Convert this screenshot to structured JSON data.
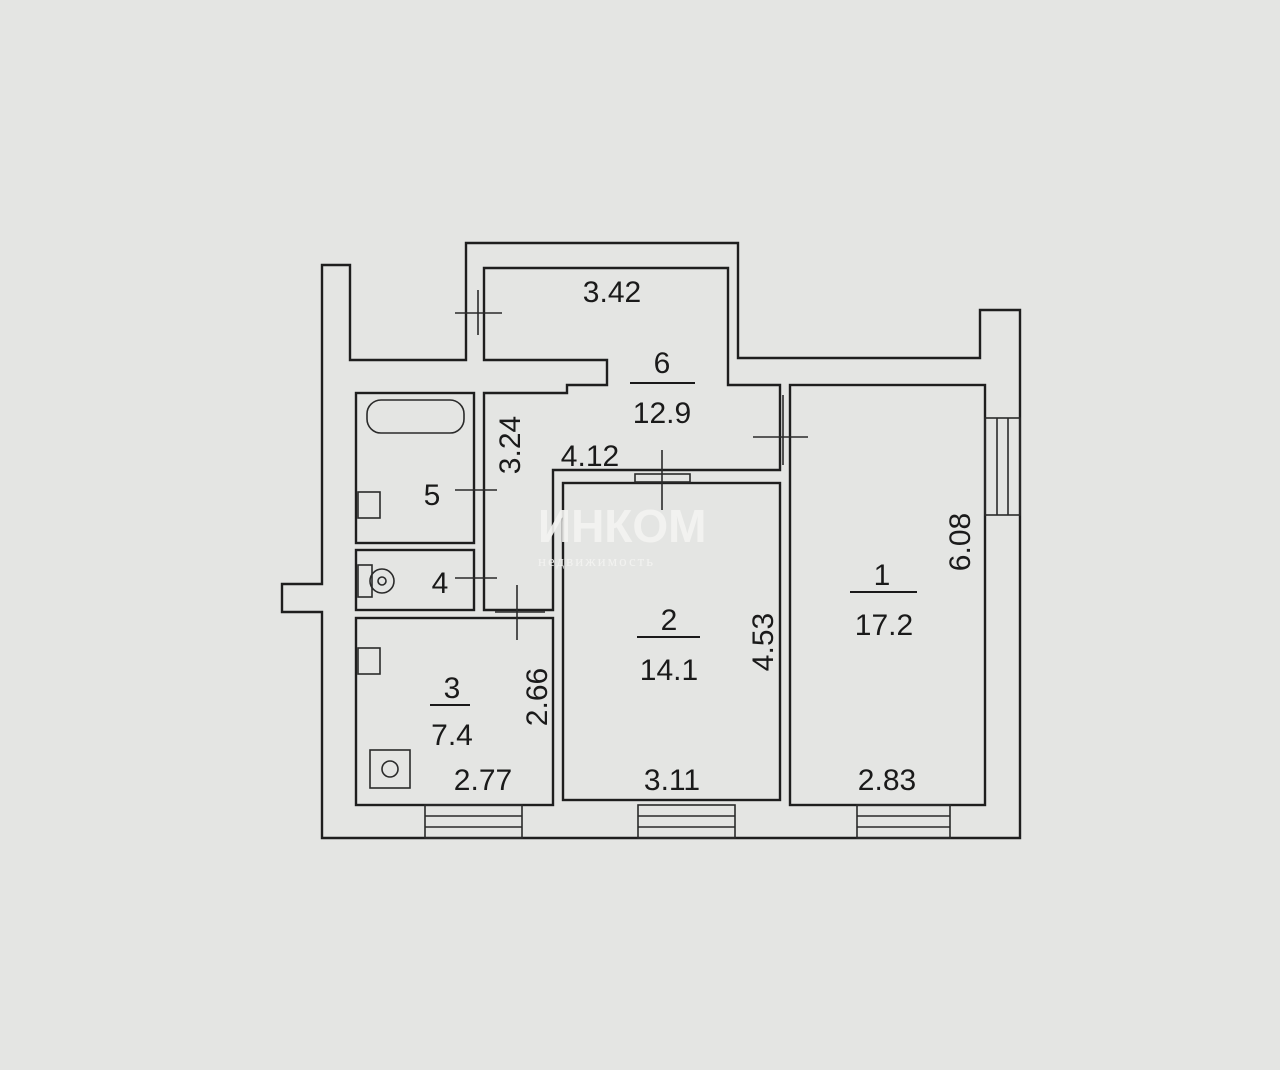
{
  "rooms": [
    {
      "number": "1",
      "area": "17.2"
    },
    {
      "number": "2",
      "area": "14.1"
    },
    {
      "number": "3",
      "area": "7.4"
    },
    {
      "number": "4"
    },
    {
      "number": "5"
    },
    {
      "number": "6",
      "area": "12.9"
    }
  ],
  "dimensions": {
    "balcony_corridor": "3.42",
    "bath_depth": "3.24",
    "hall_width": "4.12",
    "room1_depth": "6.08",
    "room2_depth": "4.53",
    "kitchen_depth": "2.66",
    "kitchen_width": "2.77",
    "room2_width": "3.11",
    "room1_width": "2.83"
  },
  "watermark": {
    "brand": "ИНКОМ",
    "subtitle": "недвижимость"
  }
}
